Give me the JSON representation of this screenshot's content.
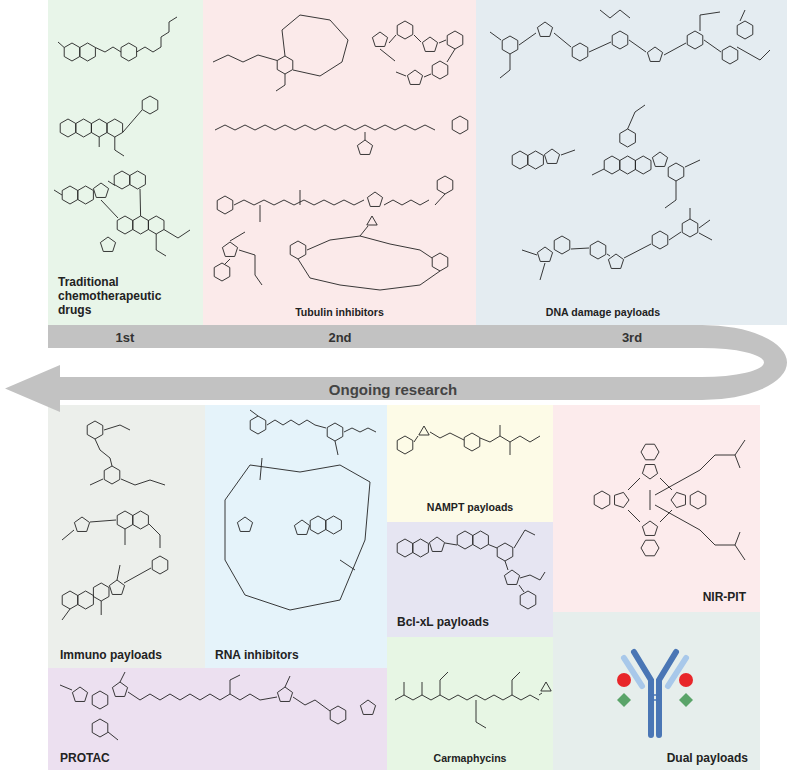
{
  "diagram": {
    "nodes": [
      {
        "text": [
          "Traditional chemotherapeutic drugs"
        ]
      },
      {
        "text": [
          "Tubulin inhibitors"
        ]
      },
      {
        "text": [
          "DNA damage payloads"
        ]
      },
      {
        "text": [
          "Immuno payloads"
        ]
      },
      {
        "text": [
          "RNA inhibitors"
        ]
      },
      {
        "text": [
          "NAMPT payloads"
        ]
      },
      {
        "text": [
          "Bcl-xL payloads"
        ]
      },
      {
        "text": [
          "NIR-PIT"
        ]
      },
      {
        "text": [
          "PROTAC"
        ]
      },
      {
        "text": [
          "Carmaphycins"
        ]
      },
      {
        "text": [
          "Dual payloads"
        ]
      }
    ],
    "labels": [
      "1st",
      "2nd",
      "3rd",
      "Ongoing research"
    ]
  }
}
